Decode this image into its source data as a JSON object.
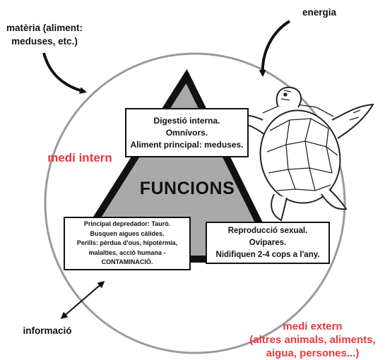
{
  "diagram": {
    "title": "FUNCIONS",
    "labels": {
      "materia": "matèria (aliment:\nmeduses, etc.)",
      "energia": "energia",
      "medi_intern": "medi intern",
      "informacio": "informació",
      "medi_extern": "medi extern\n(altres animals, aliments,\naigua, persones...)"
    },
    "boxes": {
      "nutricio": "Digestió interna.\nOmnívors.\nAliment principal: meduses.",
      "relacio": "Principal depredador: Tauró.\nBusquen aigues càlides.\nPerills: pèrdua d'ous, hipotèrmia,\nmalalties, acció humana -\nCONTAMINACIÓ.",
      "reproduccio": "Reproducció sexual.\nOvípares.\nNidifiquen 2-4 cops a l'any."
    },
    "colors": {
      "accent_red": "#e8383d",
      "triangle_fill": "#a9a9a9",
      "line": "#111111"
    },
    "icons": [
      "turtle-illustration",
      "arrow-icon"
    ]
  }
}
